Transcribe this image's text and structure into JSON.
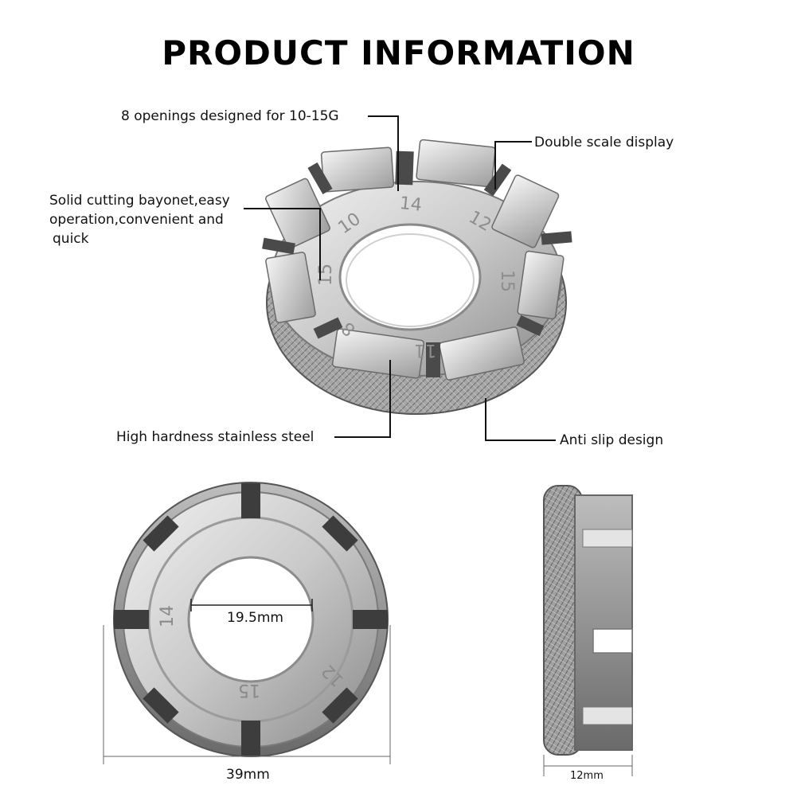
{
  "title": "PRODUCT INFORMATION",
  "callouts": {
    "openings": "8 openings designed for 10-15G",
    "double_scale": "Double scale display",
    "bayonet_line1": "Solid cutting bayonet,easy",
    "bayonet_line2": "operation,convenient and",
    "bayonet_line3": "quick",
    "stainless": "High hardness stainless steel",
    "anti_slip": "Anti slip design"
  },
  "scale_numbers": {
    "top_view": [
      "14",
      "12",
      "15",
      "10",
      "15",
      "8",
      "11"
    ],
    "front_view": [
      "14",
      "15",
      "12"
    ]
  },
  "dimensions": {
    "inner_diameter": "19.5mm",
    "outer_diameter": "39mm",
    "thickness": "12mm"
  },
  "colors": {
    "metal_light": "#e4e4e4",
    "metal_mid": "#b5b5b5",
    "metal_dark": "#6f6f6f",
    "leader_line": "#111111"
  }
}
